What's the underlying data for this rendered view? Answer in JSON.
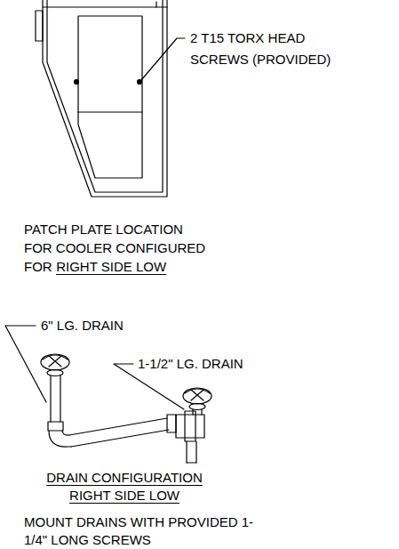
{
  "diagram": {
    "labels": [
      "2 T15 TORX HEAD SCREWS (PROVIDED)",
      "PATCH PLATE LOCATION FOR COOLER CONFIGURED FOR",
      "RIGHT SIDE LOW",
      "6\" LG. DRAIN",
      "1-1/2\" LG. DRAIN",
      "DRAIN CONFIGURATION RIGHT SIDE LOW",
      "MOUNT DRAINS WITH PROVIDED 1-1/4\" LONG SCREWS"
    ]
  }
}
